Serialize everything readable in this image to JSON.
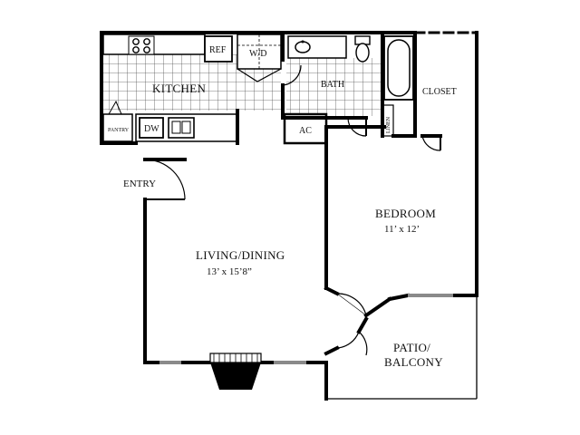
{
  "rooms": {
    "kitchen": "KITCHEN",
    "bath": "BATH",
    "closet": "CLOSET",
    "pantry": "PANTRY",
    "dw": "DW",
    "ref": "REF",
    "wd": "W/D",
    "ac": "AC",
    "linen": "LINEN",
    "entry": "ENTRY",
    "bedroom_name": "BEDROOM",
    "bedroom_size": "11’ x 12’",
    "living_name": "LIVING/DINING",
    "living_size": "13’ x 15’8”",
    "patio_line1": "PATIO/",
    "patio_line2": "BALCONY"
  },
  "colors": {
    "wall": "#000000",
    "tile_grid": "#555555",
    "window": "#8a8a8a",
    "background": "#ffffff"
  },
  "icons": {
    "stove": "stove-burners-icon",
    "sink": "double-sink-icon",
    "bath_sink": "bath-sink-icon",
    "toilet": "toilet-icon",
    "tub": "bathtub-icon",
    "fireplace": "fireplace-icon"
  }
}
